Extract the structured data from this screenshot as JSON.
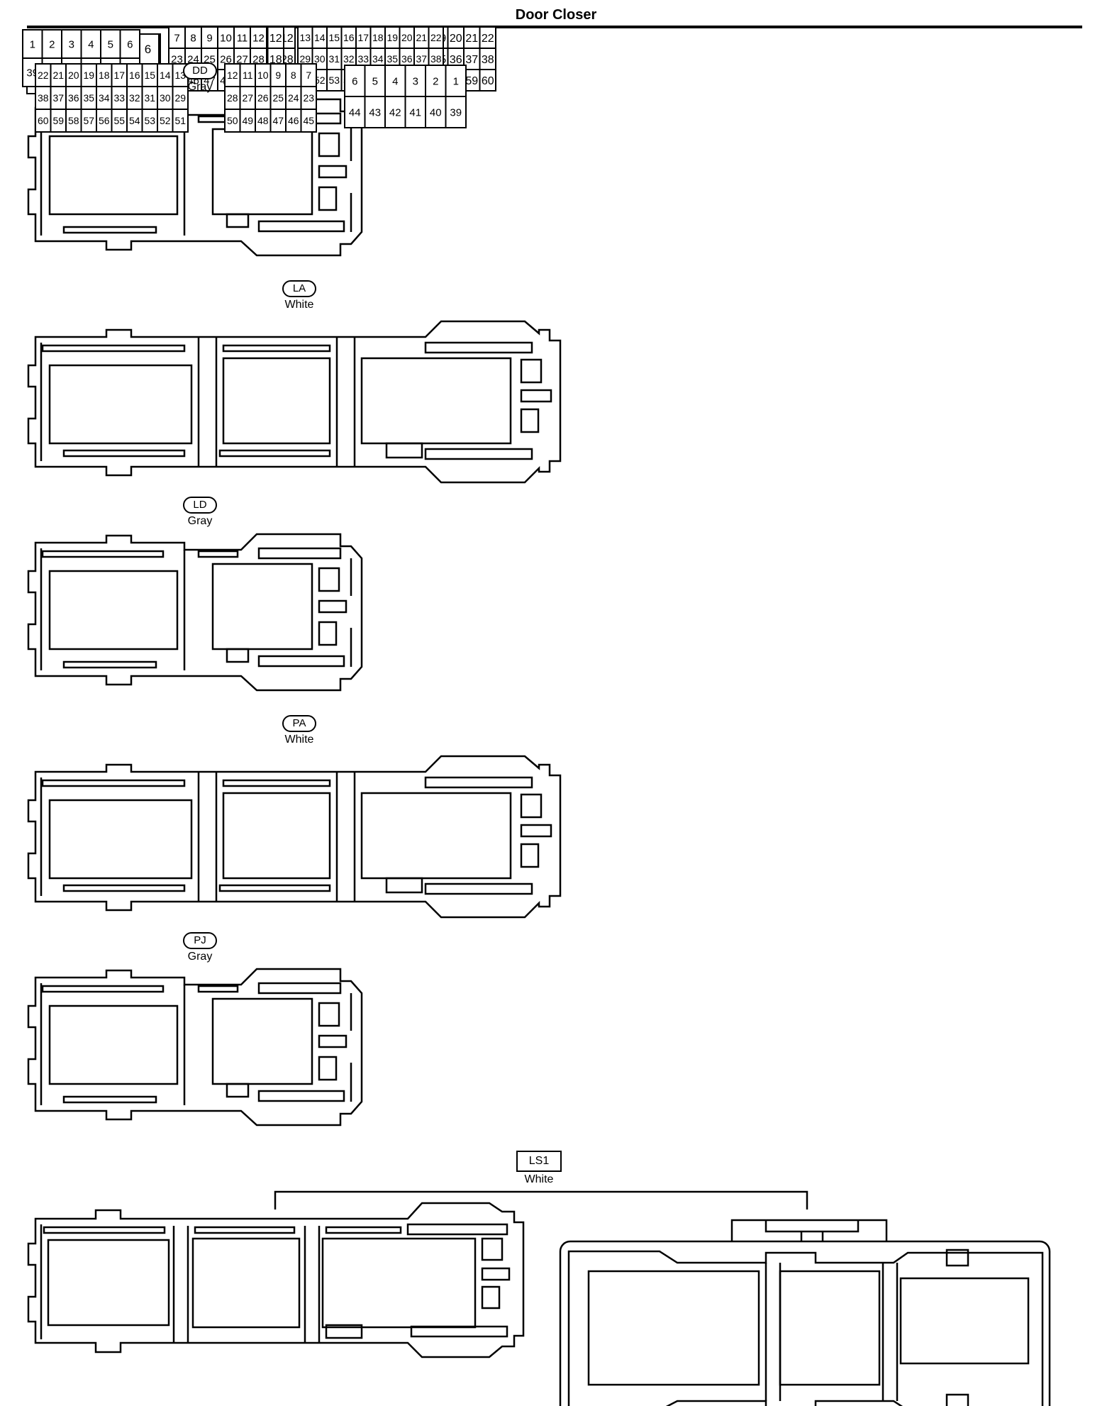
{
  "page": {
    "title": "Door Closer"
  },
  "connectors": [
    {
      "tag": "DD",
      "color": "Gray",
      "left_rows": [
        [
          "1",
          "2",
          "3",
          "4",
          "5",
          "6"
        ],
        [
          "19",
          "20",
          "21",
          "22",
          "23",
          "24"
        ]
      ],
      "mid_rows": [
        [
          "7",
          "8",
          "9",
          "10",
          "11",
          "12"
        ],
        [
          "13",
          "14",
          "15",
          "16",
          "17",
          "18"
        ],
        [
          "25",
          "26",
          "27",
          "28",
          "29",
          "30"
        ]
      ]
    },
    {
      "tag": "LA",
      "color": "White",
      "left_rows": [
        [
          "1",
          "2",
          "3",
          "4",
          "5",
          "6"
        ],
        [
          "39",
          "40",
          "41",
          "42",
          "43",
          "44"
        ]
      ],
      "mid_rows": [
        [
          "7",
          "8",
          "9",
          "10",
          "11",
          "12"
        ],
        [
          "23",
          "24",
          "25",
          "26",
          "27",
          "28"
        ],
        [
          "45",
          "46",
          "47",
          "48",
          "49",
          "50"
        ]
      ],
      "right_rows": [
        [
          "13",
          "14",
          "15",
          "16",
          "17",
          "18",
          "19",
          "20",
          "21",
          "22"
        ],
        [
          "29",
          "30",
          "31",
          "32",
          "33",
          "34",
          "35",
          "36",
          "37",
          "38"
        ],
        [
          "51",
          "52",
          "53",
          "54",
          "55",
          "56",
          "57",
          "58",
          "59",
          "60"
        ]
      ]
    },
    {
      "tag": "LD",
      "color": "Gray",
      "left_rows": [
        [
          "1",
          "2",
          "3",
          "4",
          "5",
          "6"
        ],
        [
          "19",
          "20",
          "21",
          "22",
          "23",
          "24"
        ]
      ],
      "mid_rows": [
        [
          "7",
          "8",
          "9",
          "10",
          "11",
          "12"
        ],
        [
          "13",
          "14",
          "15",
          "16",
          "17",
          "18"
        ],
        [
          "25",
          "26",
          "27",
          "28",
          "29",
          "30"
        ]
      ]
    },
    {
      "tag": "PA",
      "color": "White",
      "left_rows": [
        [
          "1",
          "2",
          "3",
          "4",
          "5",
          "6"
        ],
        [
          "39",
          "40",
          "41",
          "42",
          "43",
          "44"
        ]
      ],
      "mid_rows": [
        [
          "7",
          "8",
          "9",
          "10",
          "11",
          "12"
        ],
        [
          "23",
          "24",
          "25",
          "26",
          "27",
          "28"
        ],
        [
          "45",
          "46",
          "47",
          "48",
          "49",
          "50"
        ]
      ],
      "right_rows": [
        [
          "13",
          "14",
          "15",
          "16",
          "17",
          "18",
          "19",
          "20",
          "21",
          "22"
        ],
        [
          "29",
          "30",
          "31",
          "32",
          "33",
          "34",
          "35",
          "36",
          "37",
          "38"
        ],
        [
          "51",
          "52",
          "53",
          "54",
          "55",
          "56",
          "57",
          "58",
          "59",
          "60"
        ]
      ]
    },
    {
      "tag": "PJ",
      "color": "Gray",
      "left_rows": [
        [
          "1",
          "2",
          "3",
          "4",
          "5",
          "6"
        ],
        [
          "19",
          "20",
          "21",
          "22",
          "23",
          "24"
        ]
      ],
      "mid_rows": [
        [
          "7",
          "8",
          "9",
          "10",
          "11",
          "12"
        ],
        [
          "13",
          "14",
          "15",
          "16",
          "17",
          "18"
        ],
        [
          "25",
          "26",
          "27",
          "28",
          "29",
          "30"
        ]
      ]
    }
  ],
  "ls1": {
    "tag": "LS1",
    "color": "White",
    "male": {
      "left_rows": [
        [
          "1",
          "2",
          "3",
          "4",
          "5",
          "6"
        ],
        [
          "39",
          "40",
          "41",
          "42",
          "43",
          "44"
        ]
      ],
      "mid_rows": [
        [
          "7",
          "8",
          "9",
          "10",
          "11",
          "12"
        ],
        [
          "23",
          "24",
          "25",
          "26",
          "27",
          "28"
        ],
        [
          "45",
          "46",
          "47",
          "48",
          "49",
          "50"
        ]
      ],
      "right_rows": [
        [
          "13",
          "14",
          "15",
          "16",
          "17",
          "18",
          "19",
          "20",
          "21",
          "22"
        ],
        [
          "29",
          "30",
          "31",
          "32",
          "33",
          "34",
          "35",
          "36",
          "37",
          "38"
        ],
        [
          "51",
          "52",
          "53",
          "54",
          "55",
          "56",
          "57",
          "58",
          "59",
          "60"
        ]
      ]
    },
    "female": {
      "a_rows": [
        [
          "22",
          "21",
          "20",
          "19",
          "18",
          "17",
          "16",
          "15",
          "14",
          "13"
        ],
        [
          "38",
          "37",
          "36",
          "35",
          "34",
          "33",
          "32",
          "31",
          "30",
          "29"
        ],
        [
          "60",
          "59",
          "58",
          "57",
          "56",
          "55",
          "54",
          "53",
          "52",
          "51"
        ]
      ],
      "b_rows": [
        [
          "12",
          "11",
          "10",
          "9",
          "8",
          "7"
        ],
        [
          "28",
          "27",
          "26",
          "25",
          "24",
          "23"
        ],
        [
          "50",
          "49",
          "48",
          "47",
          "46",
          "45"
        ]
      ],
      "c_rows": [
        [
          "6",
          "5",
          "4",
          "3",
          "2",
          "1"
        ],
        [
          "44",
          "43",
          "42",
          "41",
          "40",
          "39"
        ]
      ]
    }
  }
}
